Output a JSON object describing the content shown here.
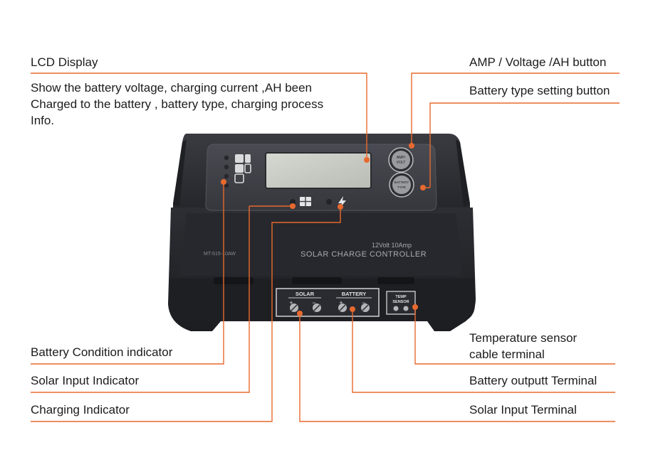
{
  "callouts": {
    "lcd_display": {
      "title": "LCD Display",
      "description": [
        "Show the battery voltage, charging current ,AH been",
        "Charged to the battery , battery type, charging process",
        "Info."
      ]
    },
    "amp_button": "AMP / Voltage /AH button",
    "battery_type_button": "Battery type setting button",
    "battery_condition_indicator": "Battery Condition indicator",
    "solar_input_indicator": "Solar Input Indicator",
    "charging_indicator": "Charging Indicator",
    "temp_sensor_terminal": [
      "Temperature sensor",
      "cable terminal"
    ],
    "battery_output_terminal": "Battery outputt Terminal",
    "solar_input_terminal": "Solar Input Terminal"
  },
  "device": {
    "model": "MT-515-10AW",
    "rating": "12Volt 10Amp",
    "product_name": "SOLAR CHARGE CONTROLLER",
    "button_amp": [
      "AMP/",
      "VOLT"
    ],
    "button_battery": [
      "BATTERY",
      "TYPE"
    ],
    "terminal_solar": "SOLAR",
    "terminal_battery": "BATTERY",
    "terminal_temp": [
      "TEMP",
      "SENSOR"
    ],
    "polarity_plus": "+",
    "polarity_minus": "−"
  },
  "colors": {
    "leader_line": "#e8692f",
    "device_body": "#2b2c31",
    "device_panel": "#3d3e44",
    "lcd_screen": "#c9ccc4"
  }
}
